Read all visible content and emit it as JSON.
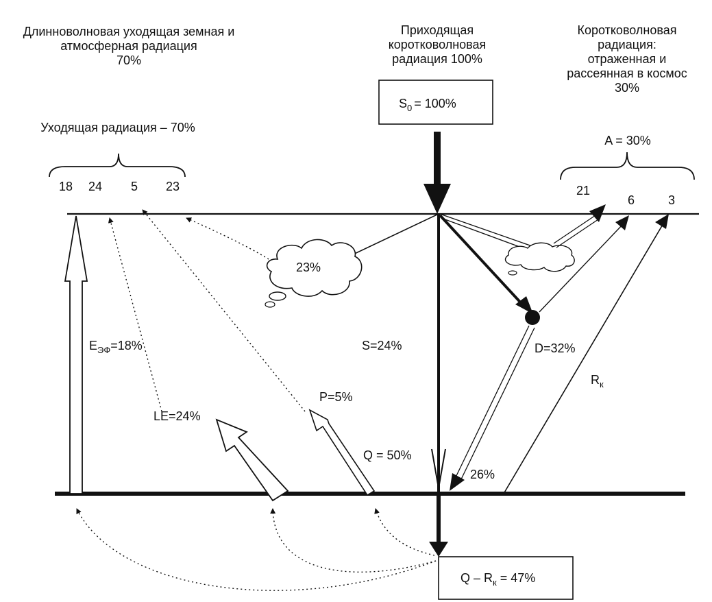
{
  "header": {
    "left_line1": "Длинноволновая уходящая земная и",
    "left_line2": "атмосферная радиация",
    "left_line3": "70%",
    "center_line1": "Приходящая",
    "center_line2": "коротковолновая",
    "center_line3": "радиация 100%",
    "right_line1": "Коротковолновая",
    "right_line2": "радиация:",
    "right_line3": "отраженная и",
    "right_line4": "рассеянная в космос",
    "right_line5": "30%"
  },
  "incoming_box": {
    "label": "S",
    "sub": "0",
    "value": "= 100%"
  },
  "outgoing": {
    "title": "Уходящая радиация – 70%",
    "values": [
      "18",
      "24",
      "5",
      "23"
    ]
  },
  "albedo": {
    "title": "A = 30%",
    "values": [
      "21",
      "6",
      "3"
    ]
  },
  "labels": {
    "cloud_left": "23%",
    "e_main": "E",
    "e_sub": "ЭФ",
    "e_value": "=18%",
    "s_direct": "S=24%",
    "d_diffuse": "D=32%",
    "r_main": "R",
    "r_sub": "к",
    "le": "LE",
    "le_value": "=24%",
    "p": "P=5%",
    "q": "Q = 50%",
    "absorbed": "26%"
  },
  "bottom_box": {
    "prefix": "Q – R",
    "sub": "к",
    "value": " = 47%"
  }
}
